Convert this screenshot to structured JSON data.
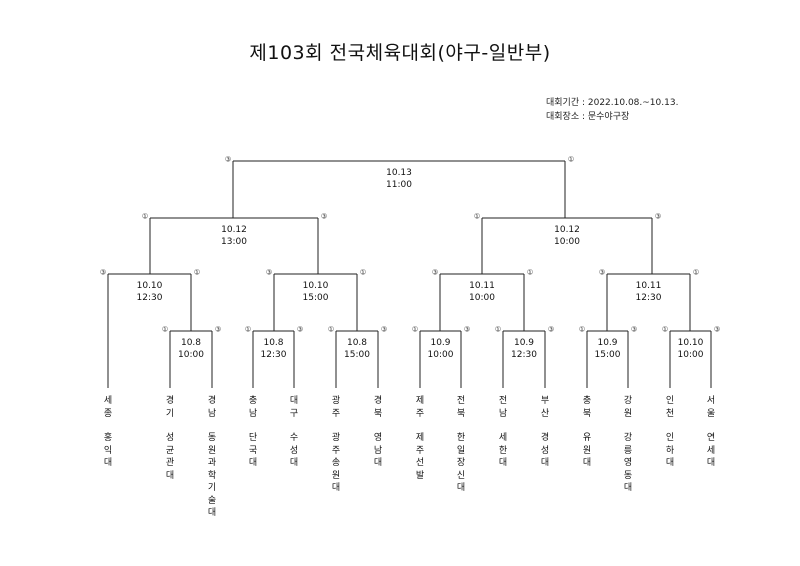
{
  "title": "제103회 전국체육대회(야구-일반부)",
  "period": "대회기간 : 2022.10.08.~10.13.",
  "venue": "대회장소 : 문수야구장",
  "final": {
    "date": "10.13",
    "time": "11:00",
    "left_score": "③",
    "right_score": "①"
  },
  "semifinals": [
    {
      "date": "10.12",
      "time": "13:00",
      "left_score": "①",
      "right_score": "③"
    },
    {
      "date": "10.12",
      "time": "10:00",
      "left_score": "①",
      "right_score": "③"
    }
  ],
  "quarterfinals": [
    {
      "date": "10.10",
      "time": "12:30",
      "left_score": "③",
      "right_score": "①"
    },
    {
      "date": "10.10",
      "time": "15:00",
      "left_score": "③",
      "right_score": "①"
    },
    {
      "date": "10.11",
      "time": "10:00",
      "left_score": "③",
      "right_score": "①"
    },
    {
      "date": "10.11",
      "time": "12:30",
      "left_score": "③",
      "right_score": "①"
    }
  ],
  "first_round": [
    {
      "date": "10.8",
      "time": "10:00",
      "left_score": "①",
      "right_score": "③"
    },
    {
      "date": "10.8",
      "time": "12:30",
      "left_score": "①",
      "right_score": "③"
    },
    {
      "date": "10.8",
      "time": "15:00",
      "left_score": "①",
      "right_score": "③"
    },
    {
      "date": "10.9",
      "time": "10:00",
      "left_score": "①",
      "right_score": "③"
    },
    {
      "date": "10.9",
      "time": "12:30",
      "left_score": "①",
      "right_score": "③"
    },
    {
      "date": "10.9",
      "time": "15:00",
      "left_score": "①",
      "right_score": "③"
    },
    {
      "date": "10.10",
      "time": "10:00",
      "left_score": "①",
      "right_score": "③"
    }
  ],
  "teams": [
    {
      "region": "세종",
      "school": "홍익대"
    },
    {
      "region": "경기",
      "school": "성균관대"
    },
    {
      "region": "경남",
      "school": "동원과학기술대"
    },
    {
      "region": "충남",
      "school": "단국대"
    },
    {
      "region": "대구",
      "school": "수성대"
    },
    {
      "region": "광주",
      "school": "광주송원대"
    },
    {
      "region": "경북",
      "school": "영남대"
    },
    {
      "region": "제주",
      "school": "제주선발"
    },
    {
      "region": "전북",
      "school": "한일장신대"
    },
    {
      "region": "전남",
      "school": "세한대"
    },
    {
      "region": "부산",
      "school": "경성대"
    },
    {
      "region": "충북",
      "school": "유원대"
    },
    {
      "region": "강원",
      "school": "강릉영동대"
    },
    {
      "region": "인천",
      "school": "인하대"
    },
    {
      "region": "서울",
      "school": "연세대"
    }
  ]
}
